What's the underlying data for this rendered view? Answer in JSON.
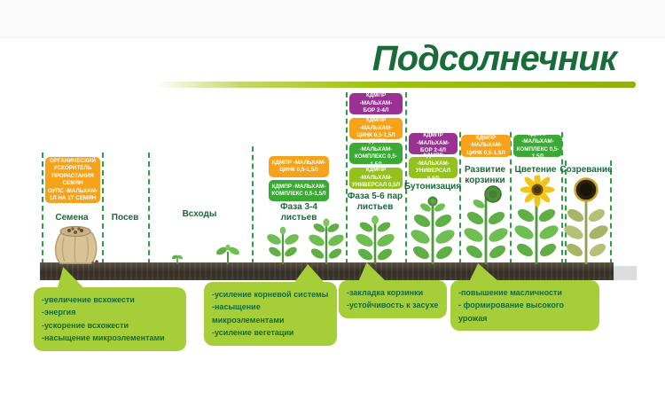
{
  "title": "Подсолнечник",
  "stages": [
    {
      "label": "Семена",
      "products": [
        {
          "color": "orange",
          "lines": [
            "ОРГАНИЧЕСКИЙ",
            "УСКОРИТЕЛЬ",
            "ПРОРАСТАНИЯ",
            "СЕМЯН",
            "ОУПС -МАЛЬХАМ-",
            "1Л НА 1Т СЕМЯН"
          ]
        }
      ]
    },
    {
      "label": "Посев",
      "products": []
    },
    {
      "label": "Всходы",
      "products": []
    },
    {
      "label": "Фаза 3-4 листьев",
      "products": [
        {
          "color": "orange",
          "line1": "КДМПР -МАЛЬХАМ-",
          "line2": "ЦИНК 0,5-1,5Л"
        },
        {
          "color": "green",
          "line1": "КДМПР -МАЛЬХАМ-",
          "line2": "КОМПЛЕКС 0,5-1,5Л"
        }
      ]
    },
    {
      "label": "Фаза 5-6 пар листьев",
      "products": [
        {
          "color": "purple",
          "line1": "КДМПР -МАЛЬХАМ-",
          "line2": "БОР 2-4Л"
        },
        {
          "color": "orange",
          "line1": "КДМПР -МАЛЬХАМ-",
          "line2": "ЦИНК 0,5-1,5Л"
        },
        {
          "color": "green",
          "line1": "КДМПР -МАЛЬХАМ-",
          "line2": "КОМПЛЕКС 0,5-1,5Л"
        },
        {
          "color": "light_green",
          "line1": "КДМПР -МАЛЬХАМ-",
          "line2": "УНИВЕРСАЛ 0,5Л"
        }
      ]
    },
    {
      "label": "Бутонизация",
      "products": [
        {
          "color": "purple",
          "line1": "КДМПР -МАЛЬХАМ-",
          "line2": "БОР 2-4Л"
        },
        {
          "color": "light_green",
          "line1": "КДМПР -МАЛЬХАМ-",
          "line2": "УНИВЕРСАЛ 0,5Л"
        }
      ]
    },
    {
      "label": "Развитие корзинки",
      "products": [
        {
          "color": "orange",
          "line1": "КДМПР -МАЛЬХАМ-",
          "line2": "ЦИНК 0,5-1,5Л"
        }
      ]
    },
    {
      "label": "Цветение",
      "products": [
        {
          "color": "green",
          "line1": "КДМПР -МАЛЬХАМ-",
          "line2": "КОМПЛЕКС 0,5-1,5Л"
        }
      ]
    },
    {
      "label": "Созревание",
      "products": []
    }
  ],
  "callouts": [
    {
      "lines": [
        "-увеличение всхожести",
        "-энергия",
        "-ускорение всхожести",
        "-насыщение микроэлементами"
      ]
    },
    {
      "lines": [
        "-усиление корневой системы",
        "-насыщение микроэлементами",
        "-усиление вегетации"
      ]
    },
    {
      "lines": [
        "-закладка корзинки",
        "-устойчивость к засухе"
      ]
    },
    {
      "lines": [
        "-повышение масличности",
        "- формирование высокого урожая"
      ]
    }
  ],
  "palette": {
    "orange": "#F7A21B",
    "purple": "#9A3193",
    "green": "#3AAA35",
    "light_green": "#95C11E",
    "callout_green": "#A6CE39",
    "dark_green_text": "#156B37",
    "dash_green": "#2F9E49",
    "soil_brown": "#3A332A",
    "bar_green": "#9DC314",
    "title_green": "#1A6B3A"
  }
}
